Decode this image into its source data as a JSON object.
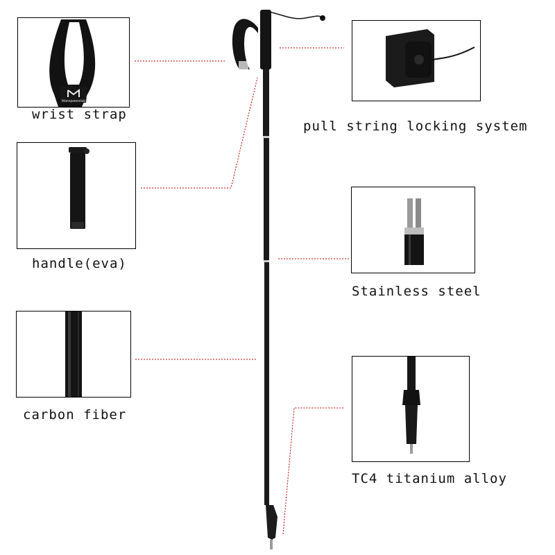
{
  "labels": {
    "wrist_strap": "wrist strap",
    "handle": "handle(eva)",
    "carbon_fiber": "carbon fiber",
    "pull_string": "pull string locking system",
    "stainless_steel": "Stainless steel",
    "tip": "TC4 titanium alloy"
  },
  "strap_logo_text": "Marvqueenclub",
  "colors": {
    "leader": "#c00000",
    "pole": "#1a1a1a",
    "border": "#000000"
  }
}
